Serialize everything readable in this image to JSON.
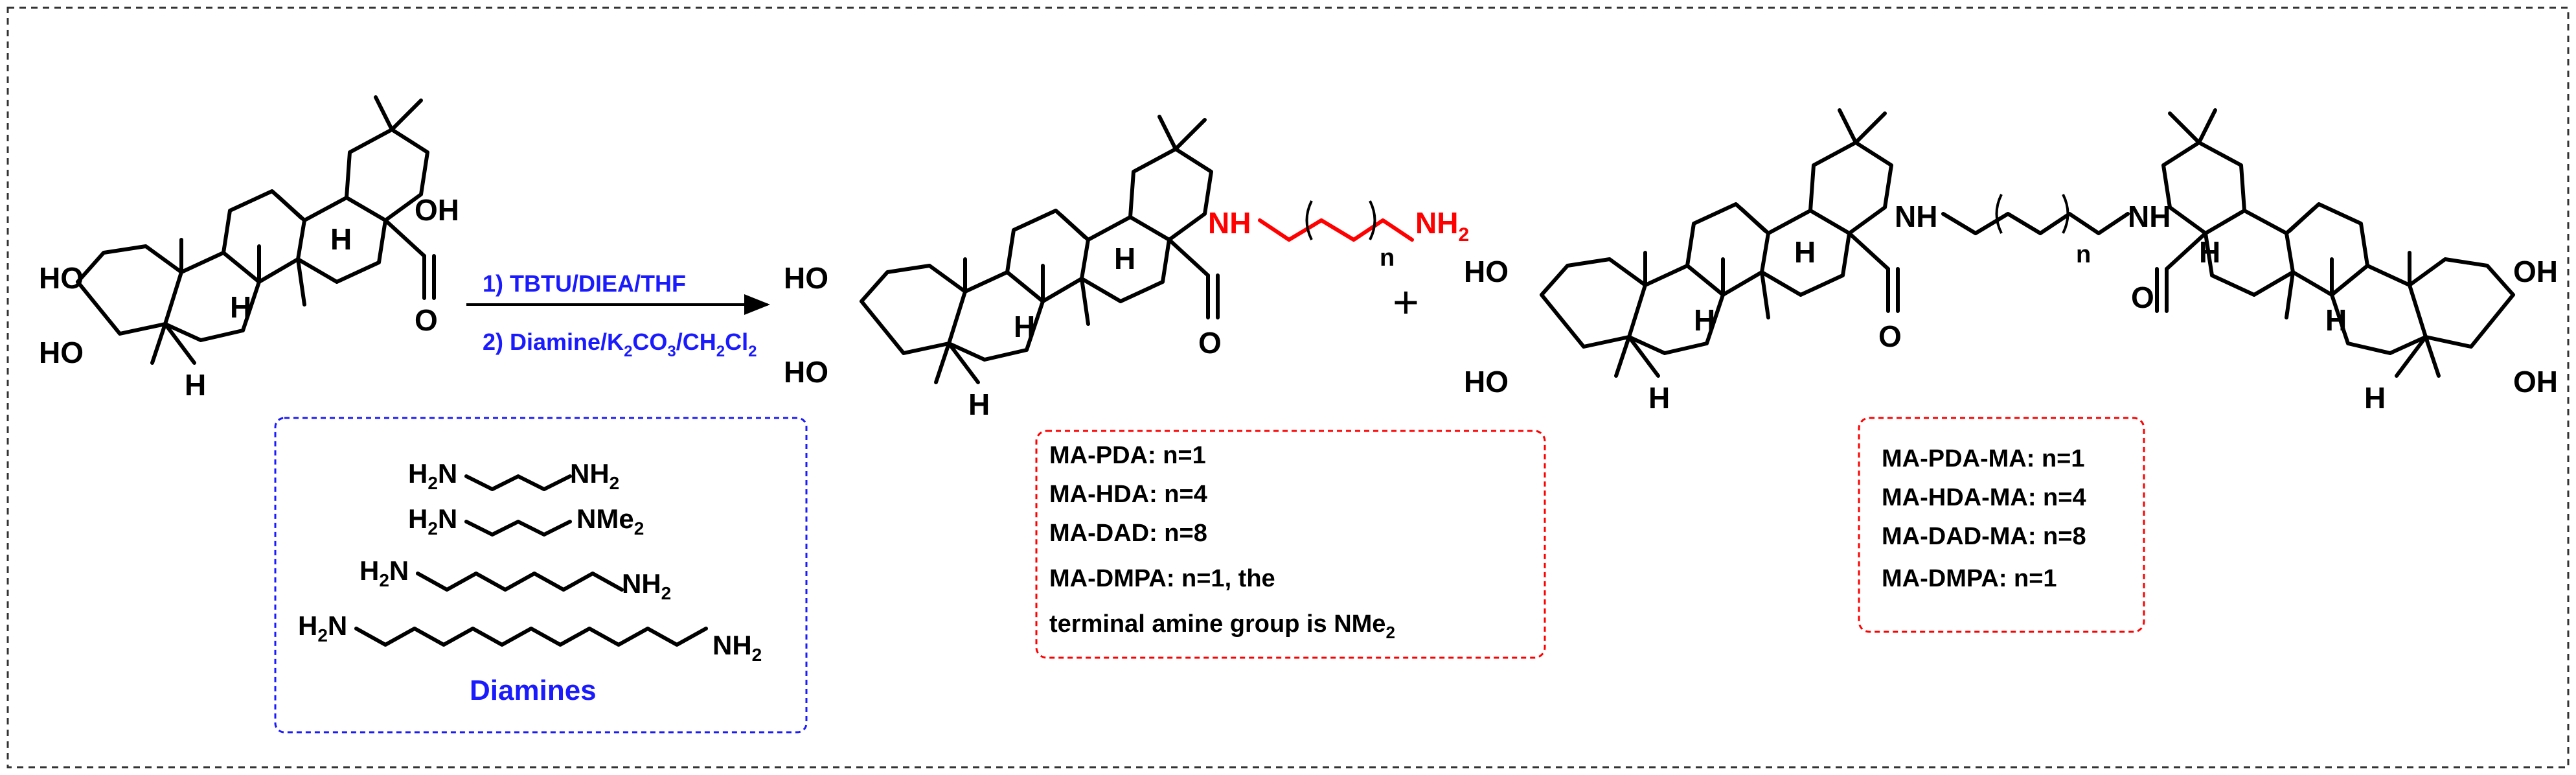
{
  "colors": {
    "red": "#ff0000",
    "blue": "#1a1aff",
    "black": "#000000",
    "frame": "#333333"
  },
  "reagents": {
    "step1": "1) TBTU/DIEA/THF",
    "step2_a": "2) Diamine/K",
    "step2_sub1": "2",
    "step2_b": "CO",
    "step2_sub2": "3",
    "step2_c": "/CH",
    "step2_sub3": "2",
    "step2_d": "Cl",
    "step2_sub4": "2"
  },
  "atoms": {
    "oh": "OH",
    "ho": "HO",
    "h": "H",
    "o": "O",
    "nh": "NH",
    "n": "n",
    "nh2_main": "NH",
    "nh2_sub": "2",
    "h2n_main": "H",
    "h2n_sub": "2",
    "h2n_n": "N",
    "nme2_main": "NMe",
    "nme2_sub": "2"
  },
  "plus": "+",
  "diamines_box": {
    "title": "Diamines"
  },
  "product1_legend": {
    "line1": "MA-PDA: n=1",
    "line2": "MA-HDA: n=4",
    "line3": "MA-DAD: n=8",
    "line4": "MA-DMPA: n=1, the",
    "line5_main": "terminal amine group is NMe",
    "line5_sub": "2"
  },
  "product2_legend": {
    "line1": "MA-PDA-MA: n=1",
    "line2": "MA-HDA-MA: n=4",
    "line3": "MA-DAD-MA: n=8",
    "line4": "MA-DMPA: n=1"
  }
}
